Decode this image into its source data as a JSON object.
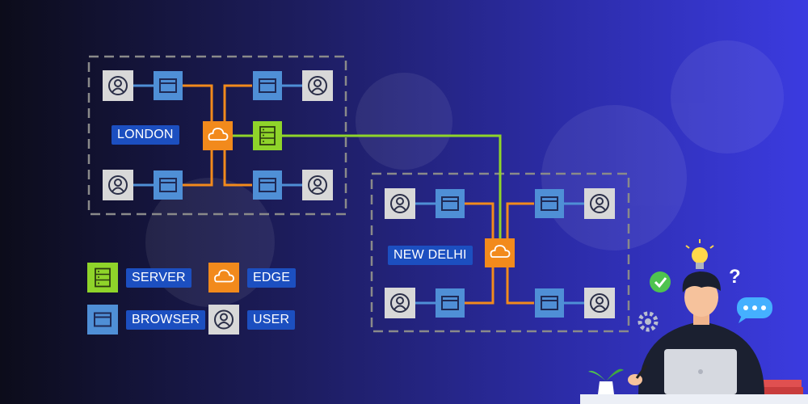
{
  "regions": {
    "london": {
      "label": "LONDON"
    },
    "new_delhi": {
      "label": "NEW DELHI"
    }
  },
  "legend": {
    "server": "SERVER",
    "edge": "EDGE",
    "browser": "BROWSER",
    "user": "USER"
  },
  "colors": {
    "server_node": "#8fd42a",
    "edge_node": "#f28a1c",
    "browser_node": "#4f8fd6",
    "user_node": "#d8d8d8",
    "link_user_browser": "#4f8fd6",
    "link_browser_edge": "#f28a1c",
    "link_edge_server": "#8fd42a",
    "region_border": "#8a8a8a"
  },
  "icons": {
    "server": "server-icon",
    "edge": "cloud-icon",
    "browser": "browser-window-icon",
    "user": "user-icon"
  }
}
